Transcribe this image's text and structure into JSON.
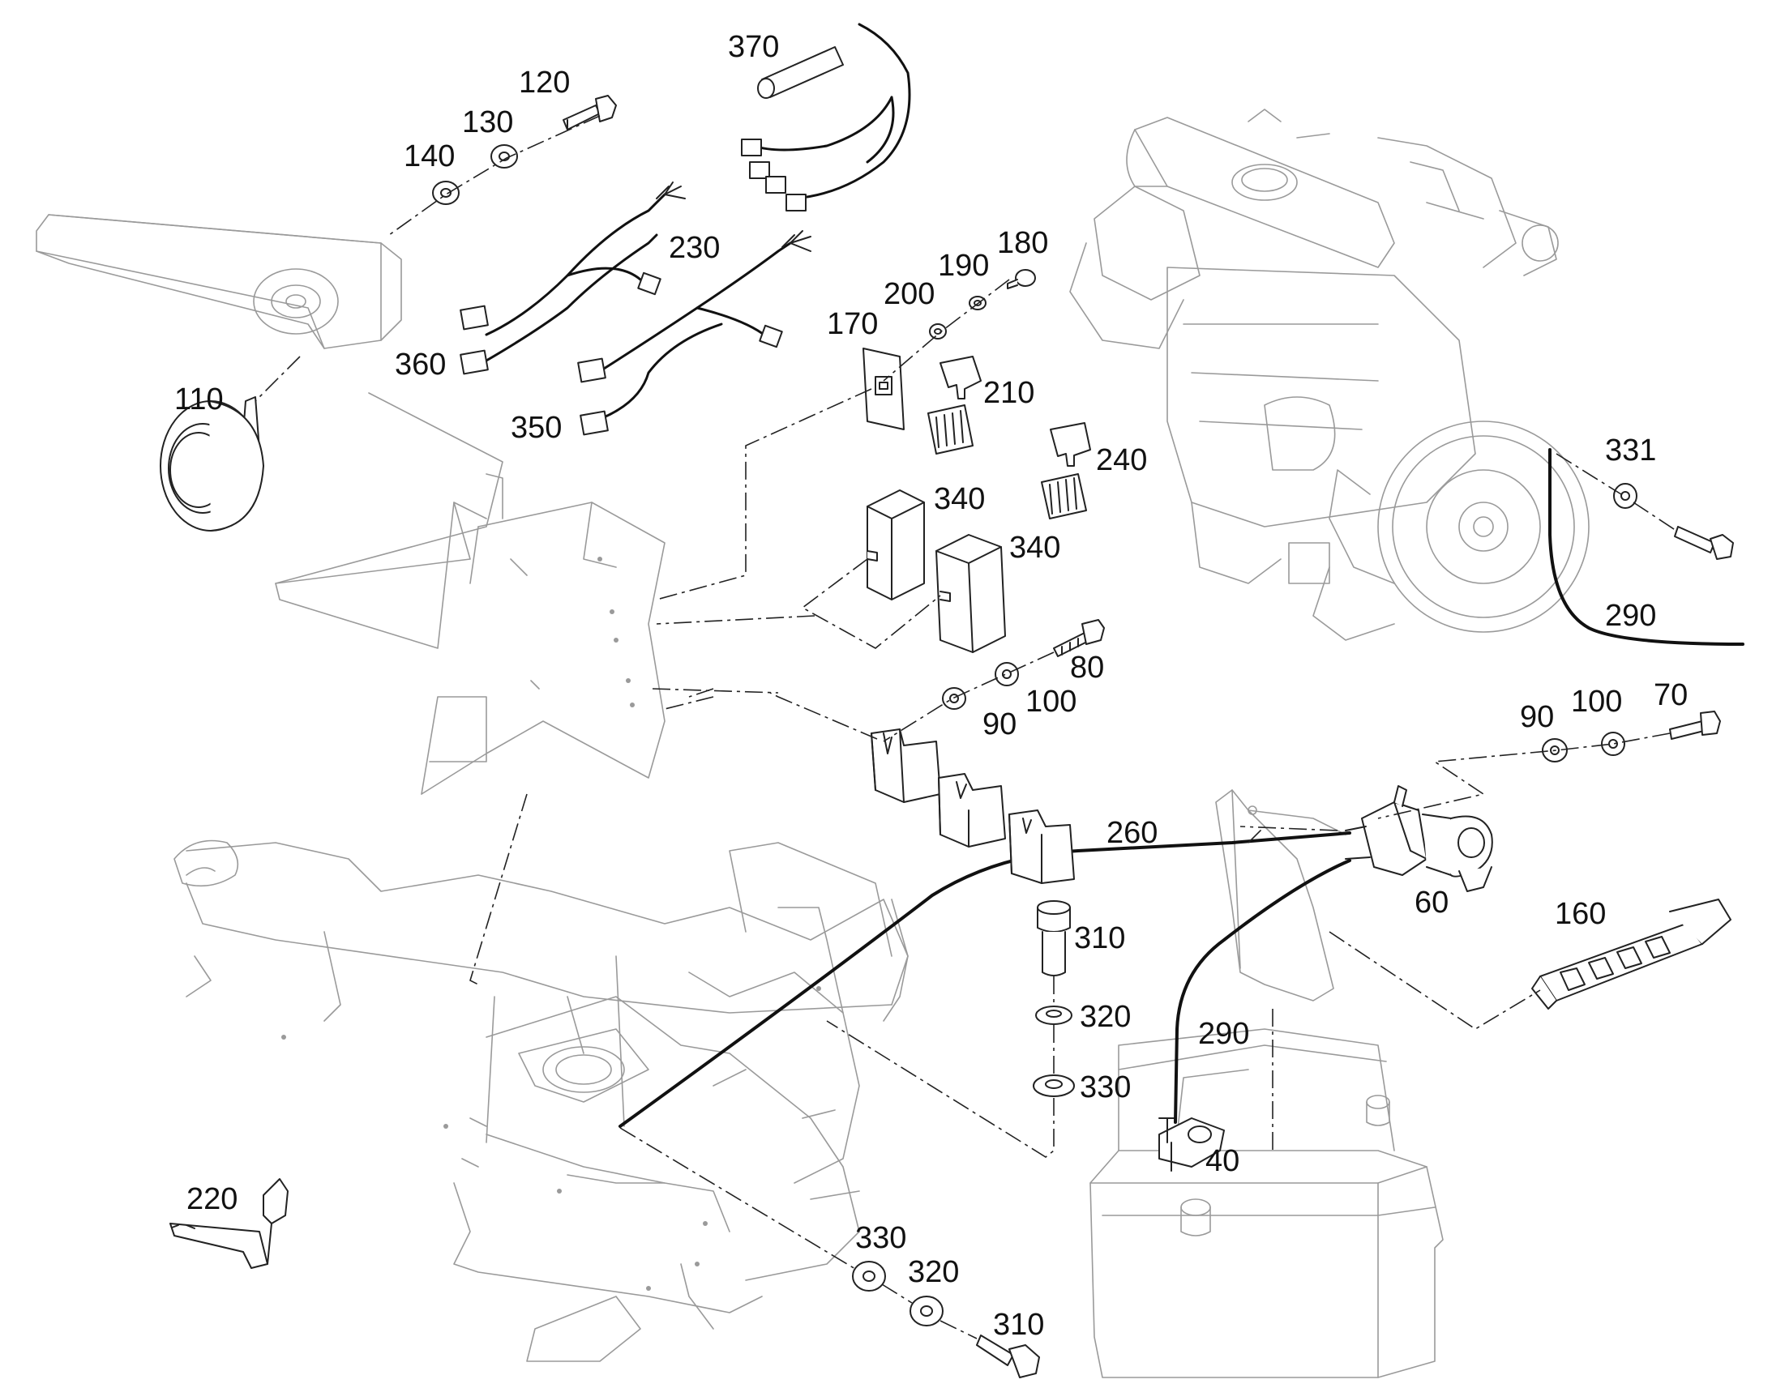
{
  "callouts": [
    {
      "id": "c40",
      "text": "40"
    },
    {
      "id": "c60",
      "text": "60"
    },
    {
      "id": "c70",
      "text": "70"
    },
    {
      "id": "c80",
      "text": "80"
    },
    {
      "id": "c90a",
      "text": "90"
    },
    {
      "id": "c90b",
      "text": "90"
    },
    {
      "id": "c100a",
      "text": "100"
    },
    {
      "id": "c100b",
      "text": "100"
    },
    {
      "id": "c110",
      "text": "110"
    },
    {
      "id": "c120",
      "text": "120"
    },
    {
      "id": "c130",
      "text": "130"
    },
    {
      "id": "c140",
      "text": "140"
    },
    {
      "id": "c160",
      "text": "160"
    },
    {
      "id": "c170",
      "text": "170"
    },
    {
      "id": "c180",
      "text": "180"
    },
    {
      "id": "c190",
      "text": "190"
    },
    {
      "id": "c200",
      "text": "200"
    },
    {
      "id": "c210",
      "text": "210"
    },
    {
      "id": "c220",
      "text": "220"
    },
    {
      "id": "c230",
      "text": "230"
    },
    {
      "id": "c240",
      "text": "240"
    },
    {
      "id": "c260",
      "text": "260"
    },
    {
      "id": "c290a",
      "text": "290"
    },
    {
      "id": "c290b",
      "text": "290"
    },
    {
      "id": "c310a",
      "text": "310"
    },
    {
      "id": "c310b",
      "text": "310"
    },
    {
      "id": "c320a",
      "text": "320"
    },
    {
      "id": "c320b",
      "text": "320"
    },
    {
      "id": "c330a",
      "text": "330"
    },
    {
      "id": "c330b",
      "text": "330"
    },
    {
      "id": "c331",
      "text": "331"
    },
    {
      "id": "c340a",
      "text": "340"
    },
    {
      "id": "c340b",
      "text": "340"
    },
    {
      "id": "c350",
      "text": "350"
    },
    {
      "id": "c360",
      "text": "360"
    },
    {
      "id": "c370",
      "text": "370"
    }
  ]
}
